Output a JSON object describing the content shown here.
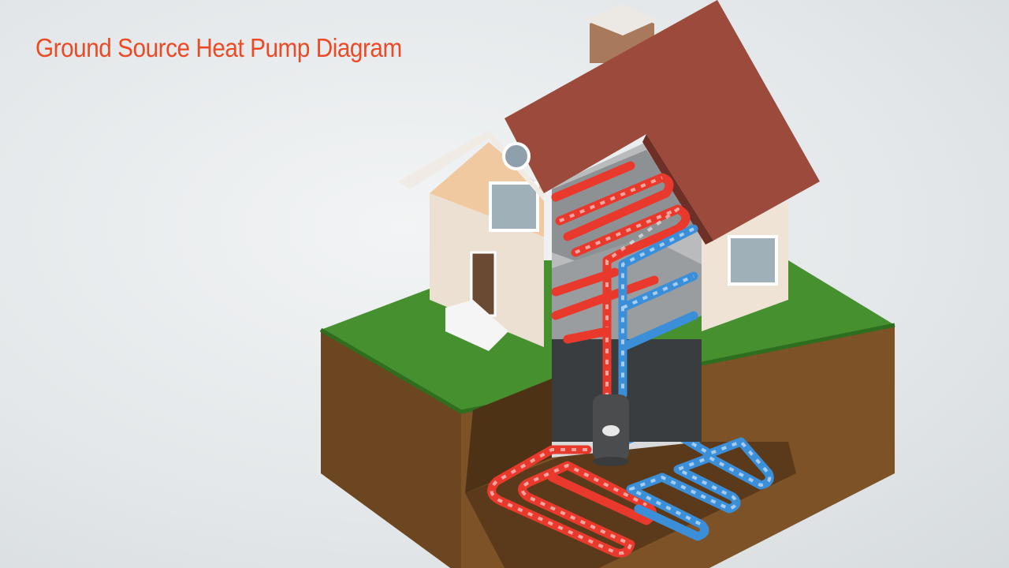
{
  "title": "Ground Source Heat Pump Diagram",
  "colors": {
    "title": "#ec4a24",
    "hot_pipe": "#e8392c",
    "cold_pipe": "#3b8fd9",
    "grass": "#3f8a2f",
    "soil": "#6e4a22",
    "roof": "#9b4a3c",
    "wall": "#efe3d6"
  },
  "icons": [
    "house-illustration",
    "heat-pump-unit",
    "ground-loop-pipes",
    "floor-heating-pipes"
  ]
}
